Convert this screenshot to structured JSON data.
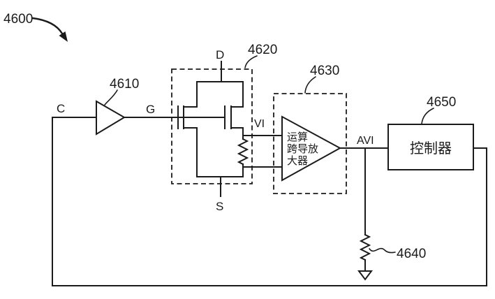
{
  "figure": {
    "ref": "4600"
  },
  "buffer_amp": {
    "ref": "4610"
  },
  "transistor_block": {
    "ref": "4620",
    "drain_label": "D",
    "source_label": "S"
  },
  "nodes": {
    "input": "C",
    "gate": "G",
    "sense_voltage": "VI",
    "amplified_voltage": "AVI"
  },
  "ota": {
    "ref": "4630",
    "name_line1": "运算",
    "name_line2": "跨导放",
    "name_line3": "大器"
  },
  "resistor": {
    "ref": "4640"
  },
  "controller": {
    "ref": "4650",
    "label": "控制器"
  },
  "colors": {
    "line": "#1b1b1b",
    "background": "#ffffff"
  }
}
